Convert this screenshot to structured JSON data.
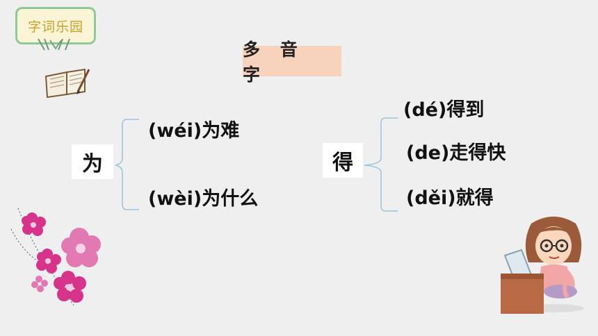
{
  "header": {
    "badge_label": "字词乐园"
  },
  "title": "多 音 字",
  "groups": [
    {
      "character": "为",
      "readings": [
        {
          "pinyin": "(wéi)",
          "word": "为难"
        },
        {
          "pinyin": "(wèi)",
          "word": "为什么"
        }
      ]
    },
    {
      "character": "得",
      "readings": [
        {
          "pinyin": "(dé)",
          "word": "得到"
        },
        {
          "pinyin": "(de)",
          "word": "走得快"
        },
        {
          "pinyin": "(děi)",
          "word": "就得"
        }
      ]
    }
  ],
  "colors": {
    "background": "#efefef",
    "title_bg": "#f7d3bd",
    "badge_border": "#8fc99a",
    "badge_text": "#c9a128",
    "bracket": "#9cc3dd",
    "flower": "#d6338a"
  },
  "icons": [
    "book-icon",
    "flower-decoration",
    "teacher-illustration",
    "leaf-decoration"
  ]
}
